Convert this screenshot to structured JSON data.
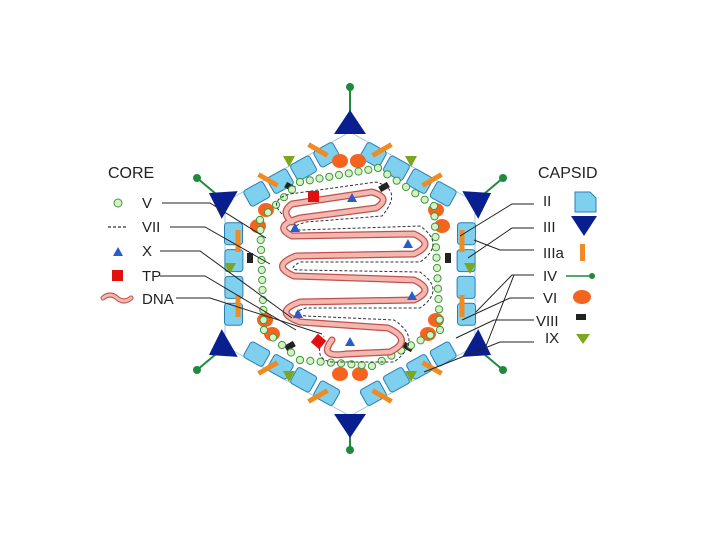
{
  "core": {
    "heading": "CORE",
    "items": [
      {
        "label": "V",
        "icon": "green-circle-icon"
      },
      {
        "label": "VII",
        "icon": "dashed-line-icon"
      },
      {
        "label": "X",
        "icon": "blue-triangle-icon"
      },
      {
        "label": "TP",
        "icon": "red-square-icon"
      },
      {
        "label": "DNA",
        "icon": "pink-wavy-strand-icon"
      }
    ]
  },
  "capsid": {
    "heading": "CAPSID",
    "items": [
      {
        "label": "II",
        "icon": "light-blue-hexon-icon"
      },
      {
        "label": "III",
        "icon": "navy-penton-icon"
      },
      {
        "label": "IIIa",
        "icon": "orange-bar-icon"
      },
      {
        "label": "IV",
        "icon": "green-fiber-icon"
      },
      {
        "label": "VI",
        "icon": "orange-oval-icon"
      },
      {
        "label": "VIII",
        "icon": "black-dash-icon"
      },
      {
        "label": "IX",
        "icon": "green-triangle-icon"
      }
    ]
  },
  "colors": {
    "hexon": "#7fd0ee",
    "hexon_stroke": "#2a7fb0",
    "penton": "#0a1f8f",
    "fiber": "#1f8a3c",
    "iiia": "#f08a22",
    "vi": "#f5641e",
    "viii": "#222222",
    "ix": "#7aa71c",
    "x": "#2a5cc8",
    "tp": "#e01010",
    "dna_fill": "#f2b8b0",
    "dna_stroke": "#c0504d",
    "v_fill": "#d8f0c8",
    "v_stroke": "#3d9a3d",
    "label": "#222222",
    "leader": "#222222"
  }
}
